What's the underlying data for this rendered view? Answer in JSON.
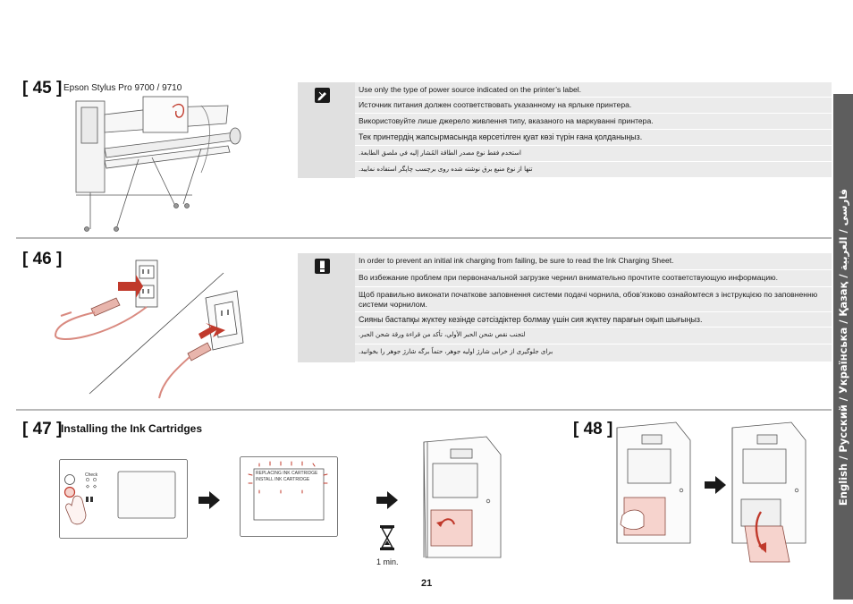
{
  "steps": {
    "s45": {
      "number": "[ 45 ]",
      "subtitle": "Epson Stylus Pro 9700 / 9710"
    },
    "s46": {
      "number": "[ 46 ]"
    },
    "s47": {
      "number": "[ 47 ]",
      "title": "Installing the Ink Cartridges"
    },
    "s48": {
      "number": "[ 48 ]"
    }
  },
  "note45": {
    "icon": "pencil-note-icon",
    "rows": [
      "Use only the type of power source indicated on the printer’s label.",
      "Источник питания должен соответствовать указанному на ярлыке принтера.",
      "Використовуйте лише джерело живлення типу, вказаного на маркуванні принтера.",
      "Тек принтердің жапсырмасында көрсетілген қуат көзі түрін ғана қолданыңыз.",
      "استخدم فقط نوع مصدر الطاقة المُشار إليه في ملصق الطابعة.",
      "تنها از نوع منبع برق نوشته شده روی برچسب چاپگر استفاده نمایید."
    ]
  },
  "note46": {
    "icon": "caution-icon",
    "rows": [
      "In order to prevent an initial ink charging from failing, be sure to read the Ink Charging Sheet.",
      "Во избежание проблем при первоначальной загрузке чернил внимательно прочтите соответствующую информацию.",
      "Щоб правильно виконати початкове заповнення системи подачі чорнила, обов’язково ознайомтеся з інструкцією по заповненню системи чорнилом.",
      "Сияны бастапқы жүктеу кезінде сәтсіздіктер болмау үшін сия жүктеу парағын оқып шығыңыз.",
      "لتجنب نقص شحن الحبر الأولي، تأكد من قراءة ورقة شحن الحبر.",
      "برای جلوگیری از خرابی شارژ اولیه جوهر، حتماً برگه شارژ جوهر را بخوانید."
    ]
  },
  "panel": {
    "check_label": "Check"
  },
  "lcd": {
    "line1": "REPLACING INK CARTRIDGE",
    "line2": "INSTALL INK CARTRIDGE"
  },
  "timer": {
    "label": "1 min."
  },
  "page_number": "21",
  "side_tab": {
    "text": "English / Русский / Українська / Қазақ / فارسی / العربية"
  },
  "colors": {
    "side_tab": "#5e5e5e",
    "note_bg": "#ebebeb",
    "icon_bg": "#e0e0e0",
    "cover_highlight": "#f6d3cd",
    "cable": "#d98a80"
  }
}
